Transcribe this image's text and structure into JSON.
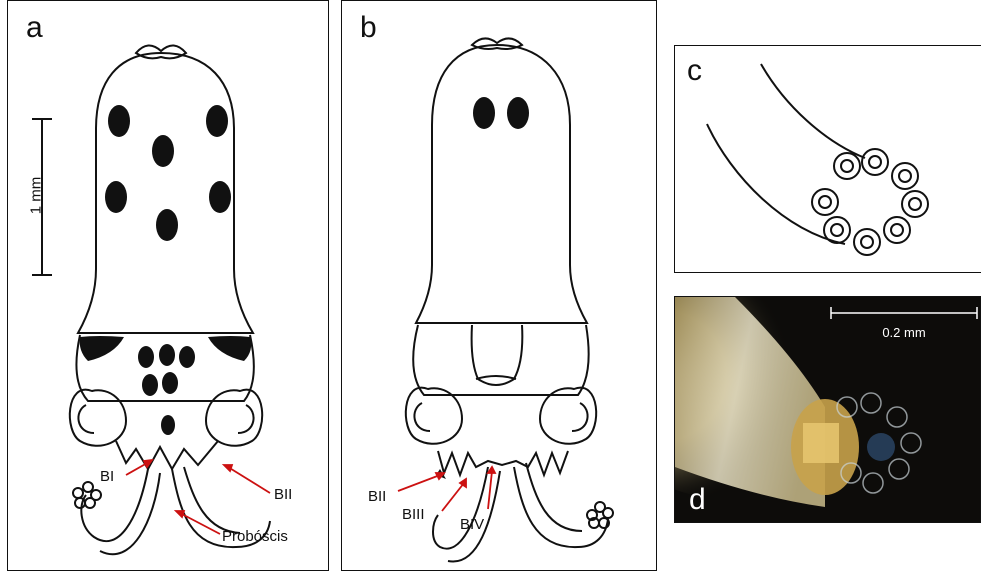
{
  "panels": {
    "a": {
      "letter": "a",
      "scale_label": "1 mm",
      "labels": {
        "bi": "BI",
        "bii": "BII",
        "proboscis": "Probóscis"
      }
    },
    "b": {
      "letter": "b",
      "labels": {
        "bii": "BII",
        "biii": "BIII",
        "biv": "BIV"
      }
    },
    "c": {
      "letter": "c"
    },
    "d": {
      "letter": "d",
      "scale_label": "0.2 mm"
    }
  },
  "colors": {
    "line": "#111111",
    "arrow": "#cc1111",
    "photo_bg": "#0d0c0a"
  }
}
